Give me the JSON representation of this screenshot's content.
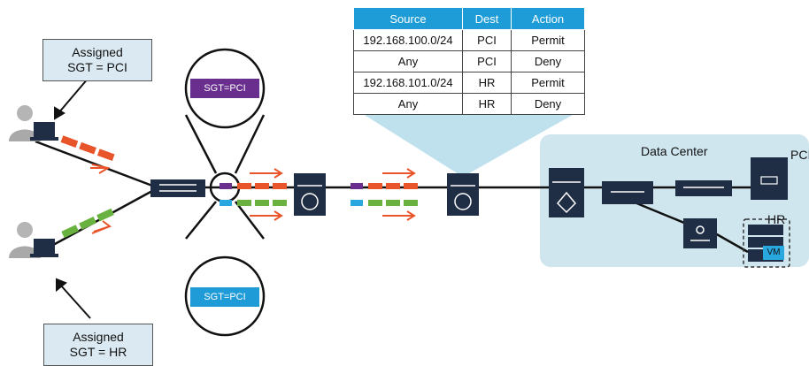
{
  "callouts": {
    "top": {
      "line1": "Assigned",
      "line2": "SGT = PCI"
    },
    "bottom": {
      "line1": "Assigned",
      "line2": "SGT = HR"
    }
  },
  "tags": {
    "purple": "SGT=PCI",
    "blue": "SGT=PCI"
  },
  "acl": {
    "headers": [
      "Source",
      "Dest",
      "Action"
    ],
    "rows": [
      [
        "192.168.100.0/24",
        "PCI",
        "Permit"
      ],
      [
        "Any",
        "PCI",
        "Deny"
      ],
      [
        "192.168.101.0/24",
        "HR",
        "Permit"
      ],
      [
        "Any",
        "HR",
        "Deny"
      ]
    ]
  },
  "datacenter": {
    "title": "Data Center",
    "pci_label": "PCI",
    "hr_label": "HR",
    "vm_label": "VM"
  },
  "colors": {
    "sgt_pci_packet": "#e8552a",
    "sgt_hr_packet": "#6ab23f",
    "tag_purple": "#6a2f8e",
    "tag_blue": "#1f9bd8",
    "table_header": "#1d9cd8",
    "datacenter_bg": "#cfe6ef",
    "device": "#1f2e44"
  }
}
